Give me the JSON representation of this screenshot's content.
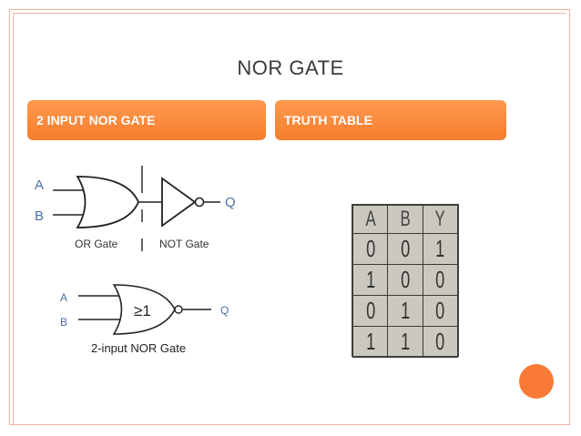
{
  "slide": {
    "title": "NOR GATE",
    "left_header": "2 INPUT NOR GATE",
    "right_header": "TRUTH TABLE"
  },
  "diagram1": {
    "input_a": "A",
    "input_b": "B",
    "output": "Q",
    "or_label": "OR Gate",
    "not_label": "NOT Gate"
  },
  "diagram2": {
    "input_a": "A",
    "input_b": "B",
    "output": "Q",
    "symbol": "≥1",
    "caption": "2-input NOR Gate"
  },
  "truth_table": {
    "headers": [
      "A",
      "B",
      "Y"
    ],
    "rows": [
      [
        "0",
        "0",
        "1"
      ],
      [
        "1",
        "0",
        "0"
      ],
      [
        "0",
        "1",
        "0"
      ],
      [
        "1",
        "1",
        "0"
      ]
    ]
  },
  "colors": {
    "accent": "#f77d2e",
    "frame": "#f0b49a",
    "label_blue": "#4a6fa5"
  }
}
